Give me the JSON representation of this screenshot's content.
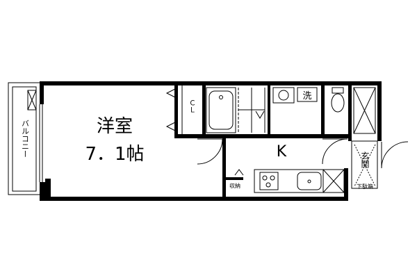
{
  "rooms": {
    "western_room_name": "洋室",
    "western_room_size": "7．1帖",
    "kitchen": "K",
    "closet": "ＣＬ",
    "balcony": "バルコニー",
    "storage": "収納",
    "entrance": "玄関",
    "shoe_cabinet": "下駄箱",
    "laundry": "洗"
  }
}
